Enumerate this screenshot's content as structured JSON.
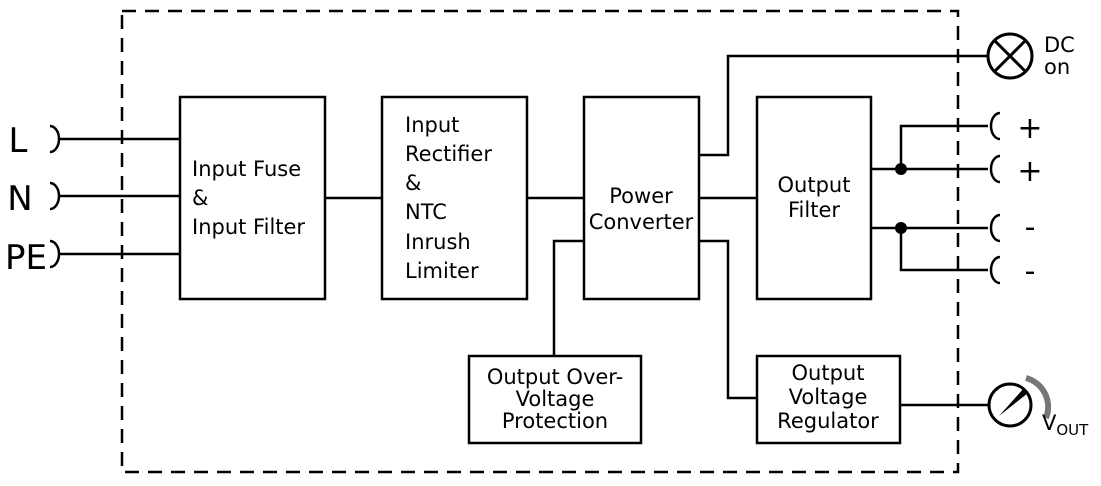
{
  "inputs": {
    "l": "L",
    "n": "N",
    "pe": "PE"
  },
  "blocks": {
    "input_fuse": [
      "Input Fuse",
      "&",
      "Input Filter"
    ],
    "rectifier": [
      "Input",
      "Rectifier",
      "&",
      "NTC",
      "Inrush",
      "Limiter"
    ],
    "power_converter": [
      "Power",
      "Converter"
    ],
    "output_filter": [
      "Output",
      "Filter"
    ],
    "ovp": [
      "Output Over-",
      "Voltage",
      "Protection"
    ],
    "regulator": [
      "Output",
      "Voltage",
      "Regulator"
    ]
  },
  "outputs": {
    "dc_on": [
      "DC",
      "on"
    ],
    "plus1": "+",
    "plus2": "+",
    "minus1": "-",
    "minus2": "-",
    "vout_main": "V",
    "vout_sub": "OUT"
  }
}
